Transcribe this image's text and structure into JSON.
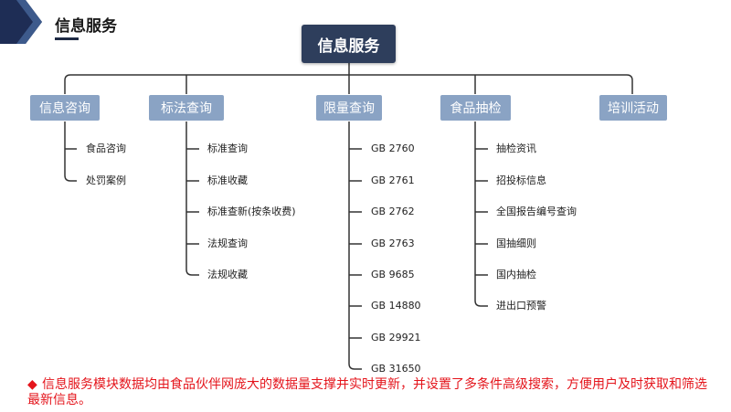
{
  "header": {
    "title": "信息服务"
  },
  "root": {
    "label": "信息服务"
  },
  "categories": [
    {
      "label": "信息咨询",
      "items": [
        "食品咨询",
        "处罚案例"
      ]
    },
    {
      "label": "标法查询",
      "items": [
        "标准查询",
        "标准收藏",
        "标准查新(按条收费)",
        "法规查询",
        "法规收藏"
      ]
    },
    {
      "label": "限量查询",
      "items": [
        "GB 2760",
        "GB 2761",
        "GB 2762",
        "GB 2763",
        "GB 9685",
        "GB 14880",
        "GB 29921",
        "GB 31650"
      ]
    },
    {
      "label": "食品抽检",
      "items": [
        "抽检资讯",
        "招投标信息",
        "全国报告编号查询",
        "国抽细则",
        "国内抽检",
        "进出口预警"
      ]
    },
    {
      "label": "培训活动",
      "items": []
    }
  ],
  "footer": {
    "bullet": "◆",
    "text": "信息服务模块数据均由食品伙伴网庞大的数据量支撑并实时更新，并设置了多条件高级搜索，方便用户及时获取和筛选最新信息。"
  },
  "colors": {
    "root": "#2e3e5c",
    "category": "#8aa3c4",
    "line": "#333333",
    "footer": "#e4141b",
    "accent": "#1e2a44"
  }
}
